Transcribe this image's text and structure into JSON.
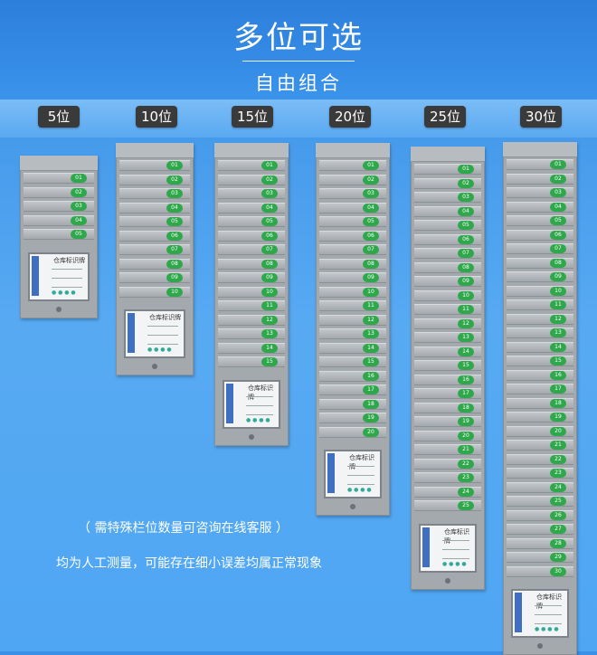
{
  "title": "多位可选",
  "subtitle": "自由组合",
  "card_label": "仓库标识牌",
  "boards": [
    {
      "label": "5位",
      "count": 5
    },
    {
      "label": "10位",
      "count": 10
    },
    {
      "label": "15位",
      "count": 15
    },
    {
      "label": "20位",
      "count": 20
    },
    {
      "label": "25位",
      "count": 25
    },
    {
      "label": "30位",
      "count": 30
    }
  ],
  "note_1": "（ 需特殊栏位数量可咨询在线客服 ）",
  "note_2": "均为人工测量，可能存在细小误差均属正常现象",
  "colors": {
    "slot_badge": "#2ea84b",
    "label_badge": "#3a3a3a",
    "board": "#a4a9ae"
  }
}
